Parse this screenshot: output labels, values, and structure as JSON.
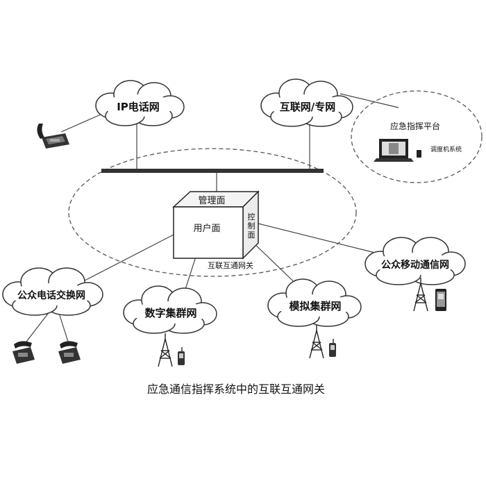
{
  "clouds": {
    "ip_phone_net": "IP电话网",
    "internet_private": "互联网/专网",
    "pstn": "公众电话交换网",
    "digital_trunk": "数字集群网",
    "analog_trunk": "模拟集群网",
    "public_mobile": "公众移动通信网"
  },
  "platform": {
    "title": "应急指挥平台",
    "dispatch": "调度机系统"
  },
  "gateway": {
    "mgmt_plane": "管理面",
    "user_plane": "用户面",
    "ctrl_plane": [
      "控",
      "制",
      "面"
    ],
    "name": "互联互通网关"
  },
  "caption": "应急通信指挥系统中的互联互通网关",
  "icons": {
    "desk_phone": "desk-phone-icon",
    "cell_tower": "cell-tower-icon",
    "mobile_phone": "mobile-phone-icon",
    "laptop": "laptop-icon"
  }
}
